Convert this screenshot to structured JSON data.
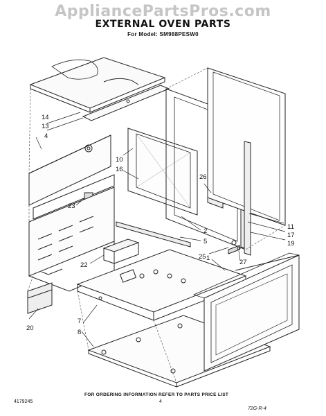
{
  "watermark": "AppliancePartsPros.com",
  "title": "EXTERNAL OVEN PARTS",
  "subtitle": "For Model: SM988PESW0",
  "footer": {
    "ordering_note": "FOR ORDERING INFORMATION REFER TO PARTS PRICE LIST",
    "document_number": "4179245",
    "page_number": "4",
    "drawing_code": "72G-R-4"
  },
  "callouts": [
    "14",
    "13",
    "4",
    "10",
    "16",
    "23",
    "26",
    "2",
    "5",
    "25",
    "27",
    "11",
    "17",
    "19",
    "1",
    "22",
    "7",
    "8",
    "20"
  ]
}
